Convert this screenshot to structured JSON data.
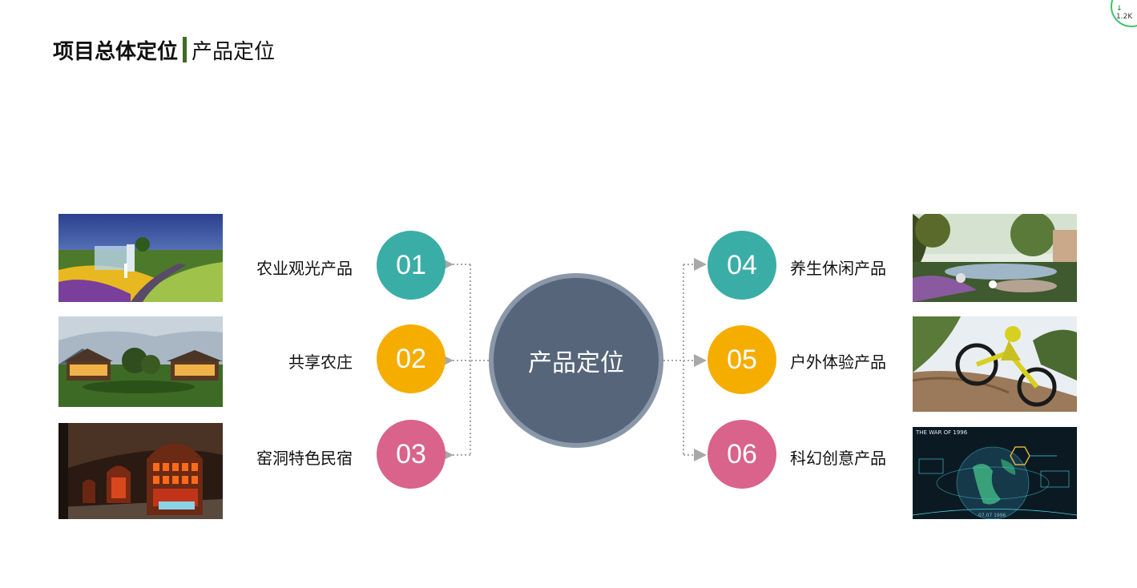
{
  "header": {
    "title_main": "项目总体定位",
    "title_sub": "产品定位"
  },
  "badge": {
    "text": "1.2K",
    "arrow": "↓"
  },
  "center": {
    "label": "产品定位",
    "color": "#566579",
    "ring_color": "#8a97a8"
  },
  "nodes": [
    {
      "num": "01",
      "label": "农业观光产品",
      "color": "#3aada6"
    },
    {
      "num": "02",
      "label": "共享农庄",
      "color": "#f5ad00"
    },
    {
      "num": "03",
      "label": "窑洞特色民宿",
      "color": "#d9638a"
    },
    {
      "num": "04",
      "label": "养生休闲产品",
      "color": "#3aada6"
    },
    {
      "num": "05",
      "label": "户外体验产品",
      "color": "#f5ad00"
    },
    {
      "num": "06",
      "label": "科幻创意产品",
      "color": "#d9638a"
    }
  ],
  "photos": {
    "p6_title": "THE WAR OF 1996",
    "p6_date": "07.07 1996"
  },
  "colors": {
    "accent_divider": "#3e6b24",
    "connector": "#a8a8a8"
  }
}
